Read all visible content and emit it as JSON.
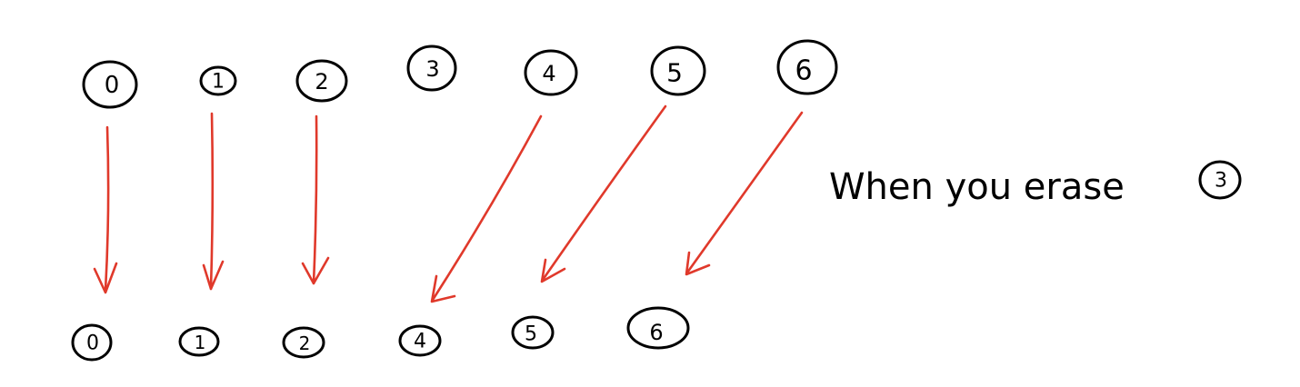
{
  "colors": {
    "ink": "#000000",
    "arrow": "#e0392b",
    "background": "#ffffff"
  },
  "diagram": {
    "top_row": [
      {
        "label": "0"
      },
      {
        "label": "1"
      },
      {
        "label": "2"
      },
      {
        "label": "3"
      },
      {
        "label": "4"
      },
      {
        "label": "5"
      },
      {
        "label": "6"
      }
    ],
    "bottom_row": [
      {
        "label": "0"
      },
      {
        "label": "1"
      },
      {
        "label": "2"
      },
      {
        "label": "4"
      },
      {
        "label": "5"
      },
      {
        "label": "6"
      }
    ],
    "arrows": [
      {
        "from": "0",
        "to": "0"
      },
      {
        "from": "1",
        "to": "1"
      },
      {
        "from": "2",
        "to": "2"
      },
      {
        "from": "4",
        "to": "4"
      },
      {
        "from": "5",
        "to": "5"
      },
      {
        "from": "6",
        "to": "6"
      }
    ],
    "caption": {
      "text": "When you erase",
      "circled_label": "3"
    }
  }
}
